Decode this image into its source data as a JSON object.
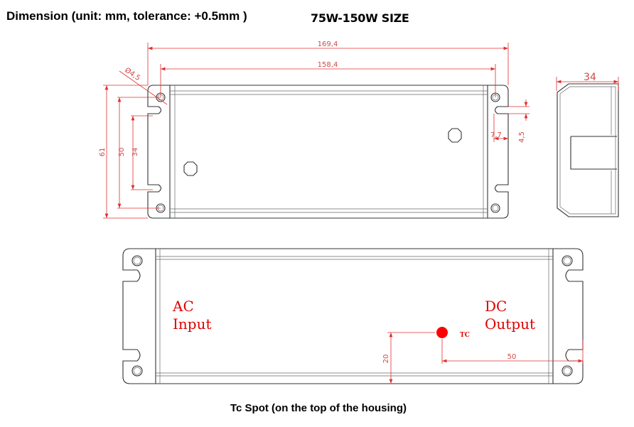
{
  "header": {
    "title": "Dimension (unit: mm, tolerance: +0.5mm )",
    "size": "75W-150W SIZE"
  },
  "top_view": {
    "dims": {
      "overall_length": "169,4",
      "mount_length": "158,4",
      "hole_dia": "Ø4,5",
      "overall_width": "61",
      "mount_width": "50",
      "slot_width": "34",
      "slot_depth": "7,7",
      "slot_height": "4,5"
    }
  },
  "side_view": {
    "dims": {
      "height": "34"
    }
  },
  "bottom_view": {
    "ac_label": [
      "AC",
      "Input"
    ],
    "dc_label": [
      "DC",
      "Output"
    ],
    "tc_label": "TC",
    "dims": {
      "tc_y": "20",
      "tc_x": "50"
    },
    "tc_color": "#ff0000"
  },
  "caption": "Tc Spot (on the top of the housing)"
}
